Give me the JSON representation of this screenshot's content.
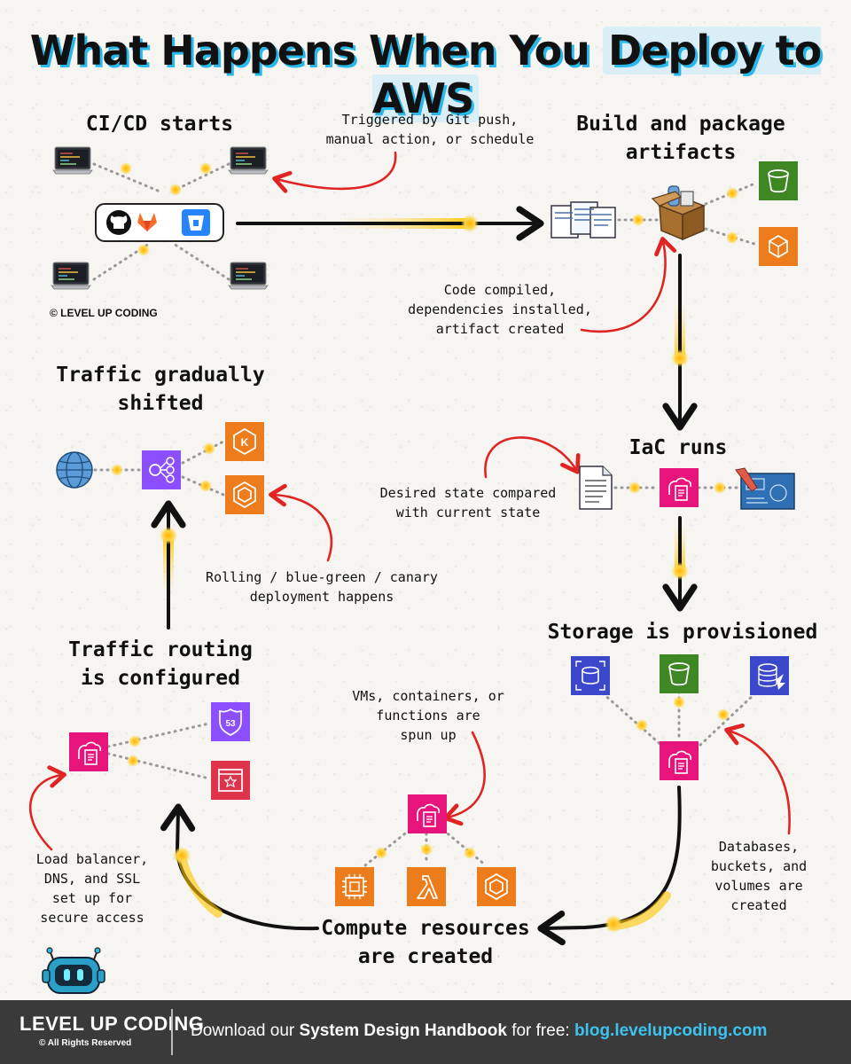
{
  "title": {
    "prefix": "What Happens When You ",
    "highlight": "Deploy to AWS"
  },
  "stages": {
    "cicd": "CI/CD starts",
    "build_line1": "Build and package",
    "build_line2": "artifacts",
    "iac": "IaC runs",
    "storage": "Storage is provisioned",
    "compute_line1": "Compute resources",
    "compute_line2": "are created",
    "routing_line1": "Traffic routing",
    "routing_line2": "is configured",
    "shift_line1": "Traffic gradually",
    "shift_line2": "shifted"
  },
  "notes": {
    "trigger_line1": "Triggered by Git push,",
    "trigger_line2": "manual action, or schedule",
    "compile_line1": "Code compiled,",
    "compile_line2": "dependencies installed,",
    "compile_line3": "artifact created",
    "desired_line1": "Desired state compared",
    "desired_line2": "with current state",
    "db_line1": "Databases,",
    "db_line2": "buckets, and",
    "db_line3": "volumes are",
    "db_line4": "created",
    "vm_line1": "VMs, containers, or",
    "vm_line2": "functions are",
    "vm_line3": "spun up",
    "lb_line1": "Load balancer,",
    "lb_line2": "DNS, and SSL",
    "lb_line3": "set up for",
    "lb_line4": "secure access",
    "rolling_line1": "Rolling / blue-green / canary",
    "rolling_line2": "deployment happens"
  },
  "watermark": "© LEVEL UP CODING",
  "icons": {
    "terminal": "laptop-terminal-icon",
    "github": "github-icon",
    "gitlab": "gitlab-icon",
    "bitbucket": "bitbucket-icon",
    "documents": "documents-icon",
    "package": "package-box-icon",
    "s3": "s3-bucket-icon",
    "ecr": "container-registry-icon",
    "cloudformation": "cloudformation-icon",
    "template": "template-document-icon",
    "blueprint": "blueprint-icon",
    "efs": "efs-storage-icon",
    "rds": "rds-database-icon",
    "ec2": "ec2-icon",
    "lambda": "lambda-icon",
    "ecs": "ecs-icon",
    "route53": "route53-icon",
    "certificate": "certificate-manager-icon",
    "elb": "load-balancer-icon",
    "globe": "globe-icon",
    "eks": "eks-icon",
    "robot": "robot-mascot-icon"
  },
  "colors": {
    "title_shadow": "#2ab8ea",
    "aws_orange": "#ed7d1c",
    "aws_green": "#3f8624",
    "aws_pink": "#e7157b",
    "aws_purple": "#8c4fff",
    "aws_blue": "#3b48cc",
    "aws_red": "#dd344c",
    "arrow_red": "#e02424",
    "glow_yellow": "#ffc400",
    "footer_bg": "#3a3a3a",
    "link_blue": "#3cc3f0"
  },
  "footer": {
    "logo": "LEVEL UP CODING",
    "rights": "© All Rights Reserved",
    "cta_prefix": "Download our ",
    "cta_bold": "System Design Handbook",
    "cta_mid": " for free: ",
    "cta_link": "blog.levelupcoding.com"
  }
}
